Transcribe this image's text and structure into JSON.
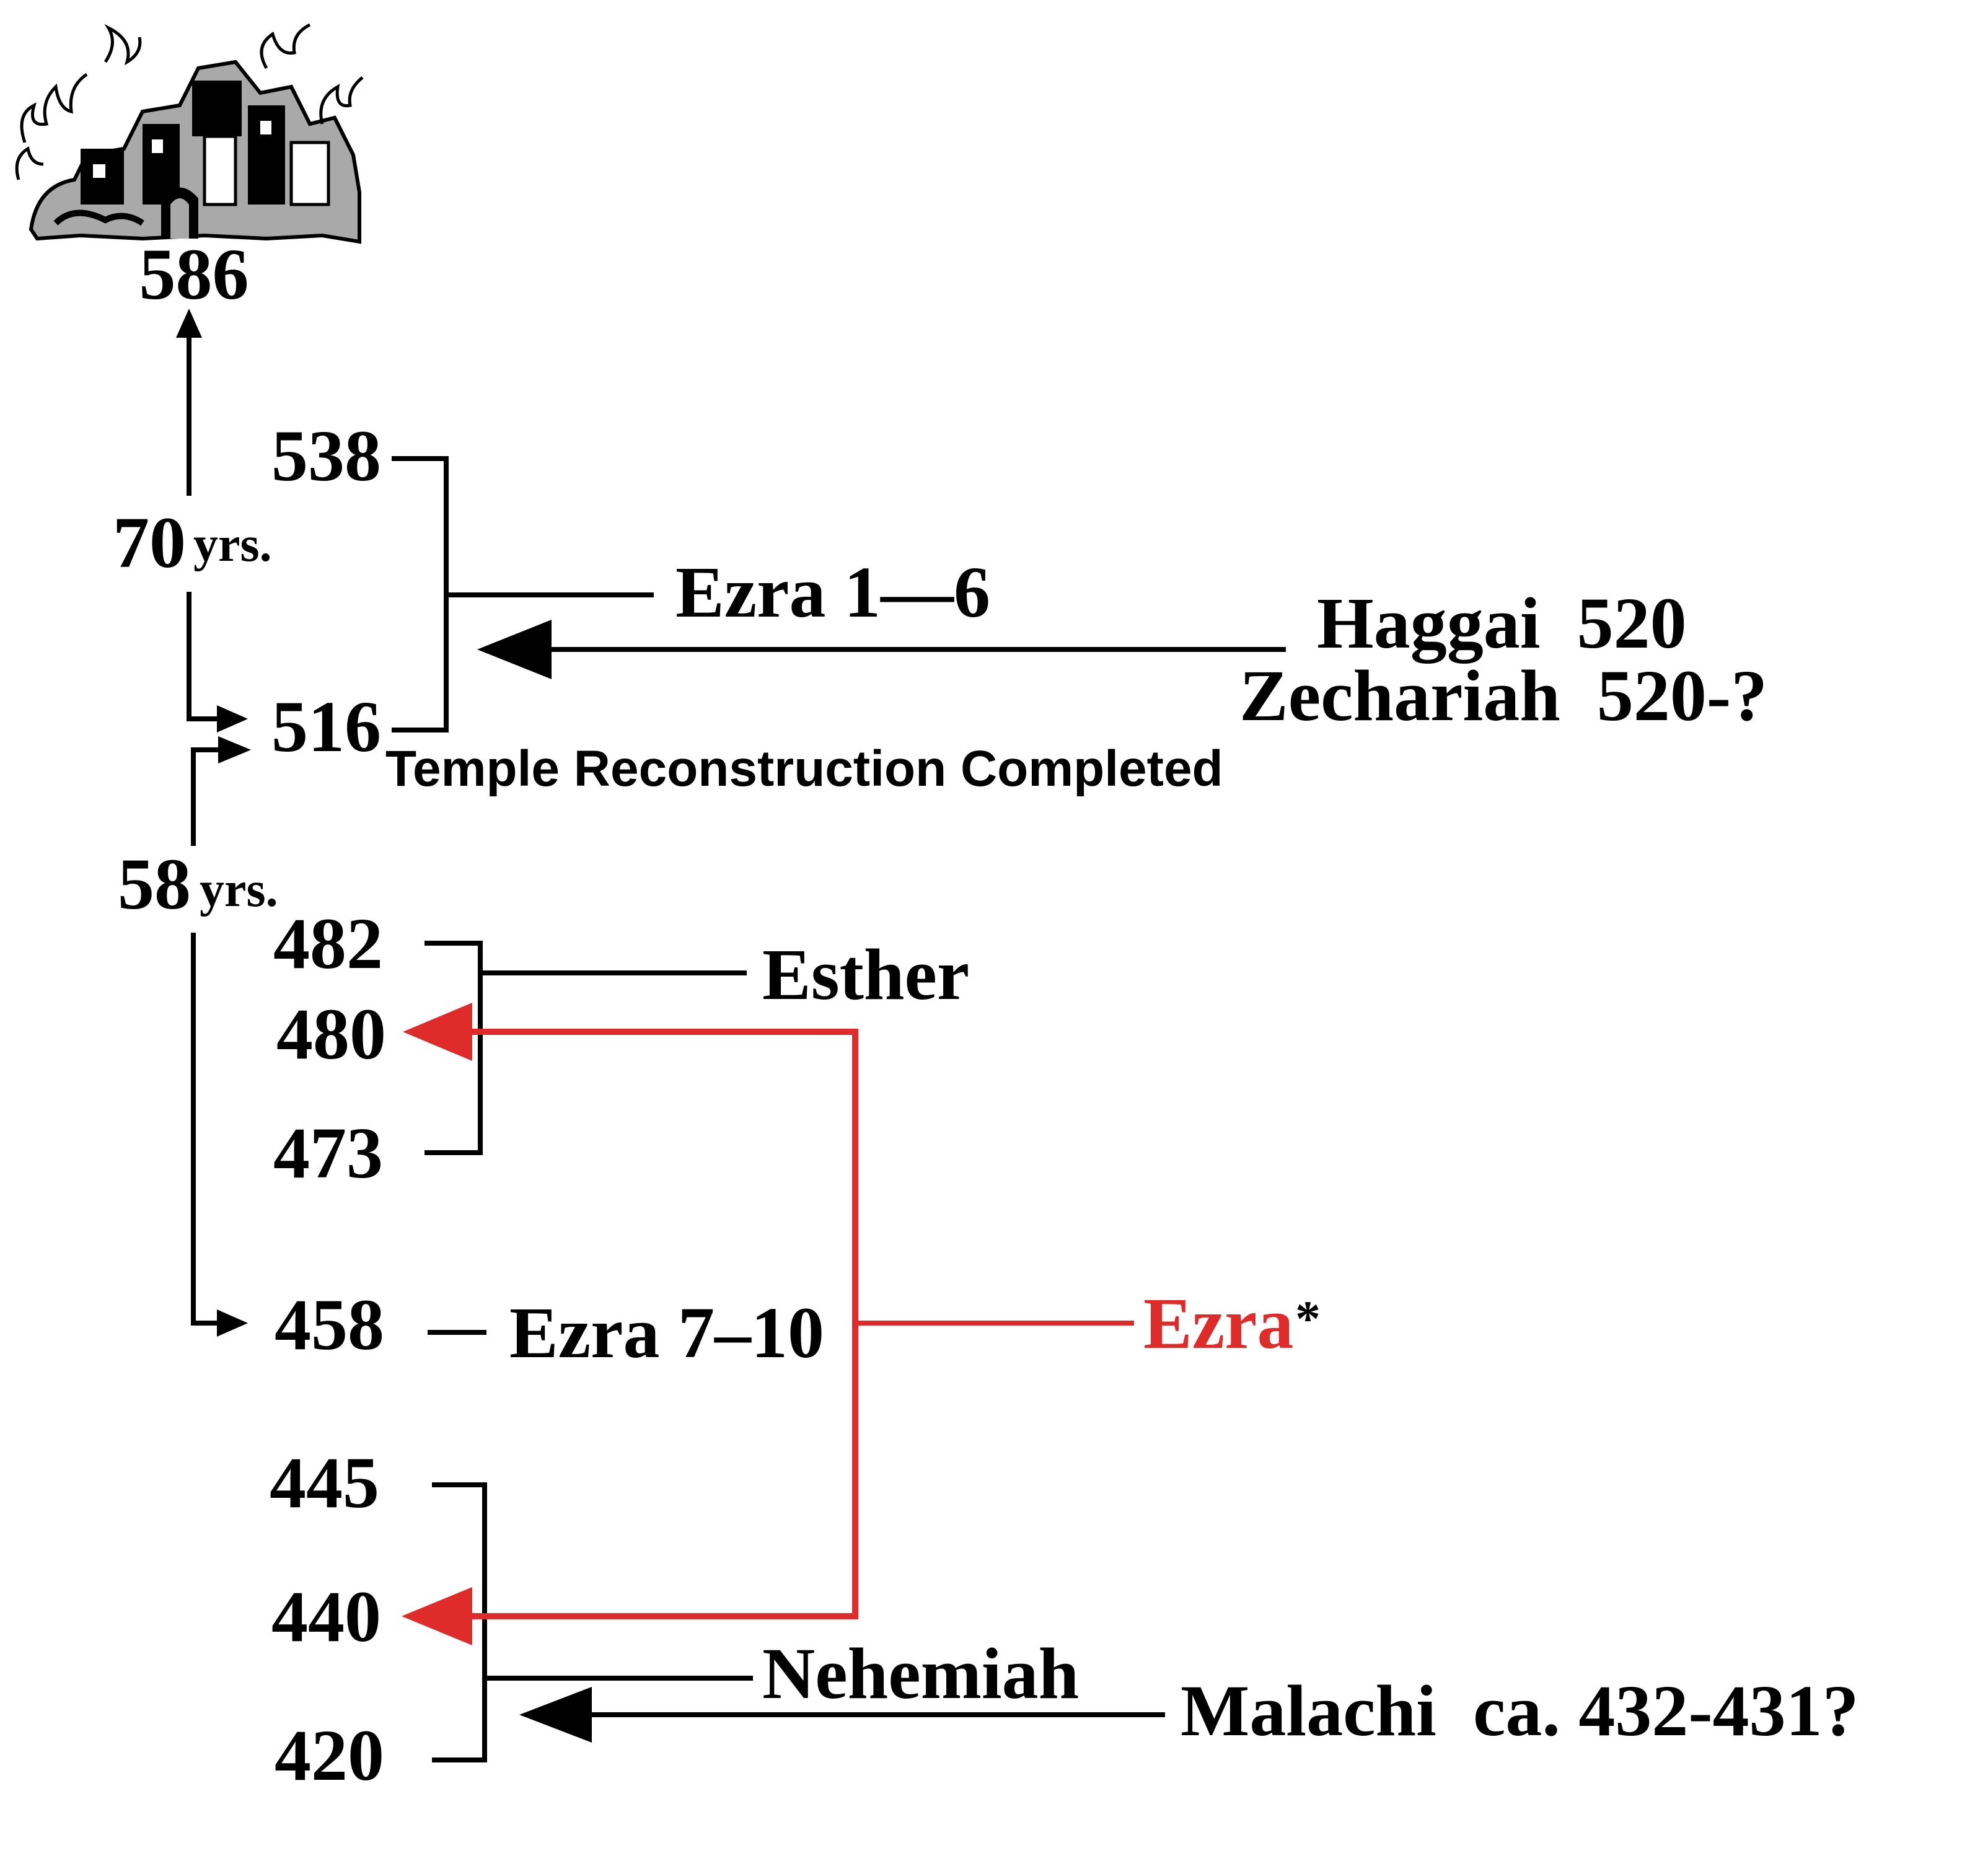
{
  "years": {
    "y586": "586",
    "y538": "538",
    "y516": "516",
    "y482": "482",
    "y480": "480",
    "y473": "473",
    "y458": "458",
    "y445": "445",
    "y440": "440",
    "y420": "420"
  },
  "spans": {
    "span70_num": "70",
    "span70_unit": "yrs.",
    "span58_num": "58",
    "span58_unit": "yrs."
  },
  "labels": {
    "ezra_1_6": "Ezra 1—6",
    "haggai": "Haggai  520",
    "zechariah": "Zechariah  520-?",
    "temple": "Temple Reconstruction Completed",
    "esther": "Esther",
    "ezra_7_10": "Ezra 7–10",
    "ezra_red": "Ezra",
    "ezra_asterisk": "*",
    "nehemiah": "Nehemiah",
    "malachi": "Malachi  ca. 432-431?"
  },
  "colors": {
    "ink": "#000000",
    "accent_red": "#e02b2b",
    "city_gray": "#a9a9a9"
  },
  "icons": {
    "city": "burning-city-icon"
  }
}
